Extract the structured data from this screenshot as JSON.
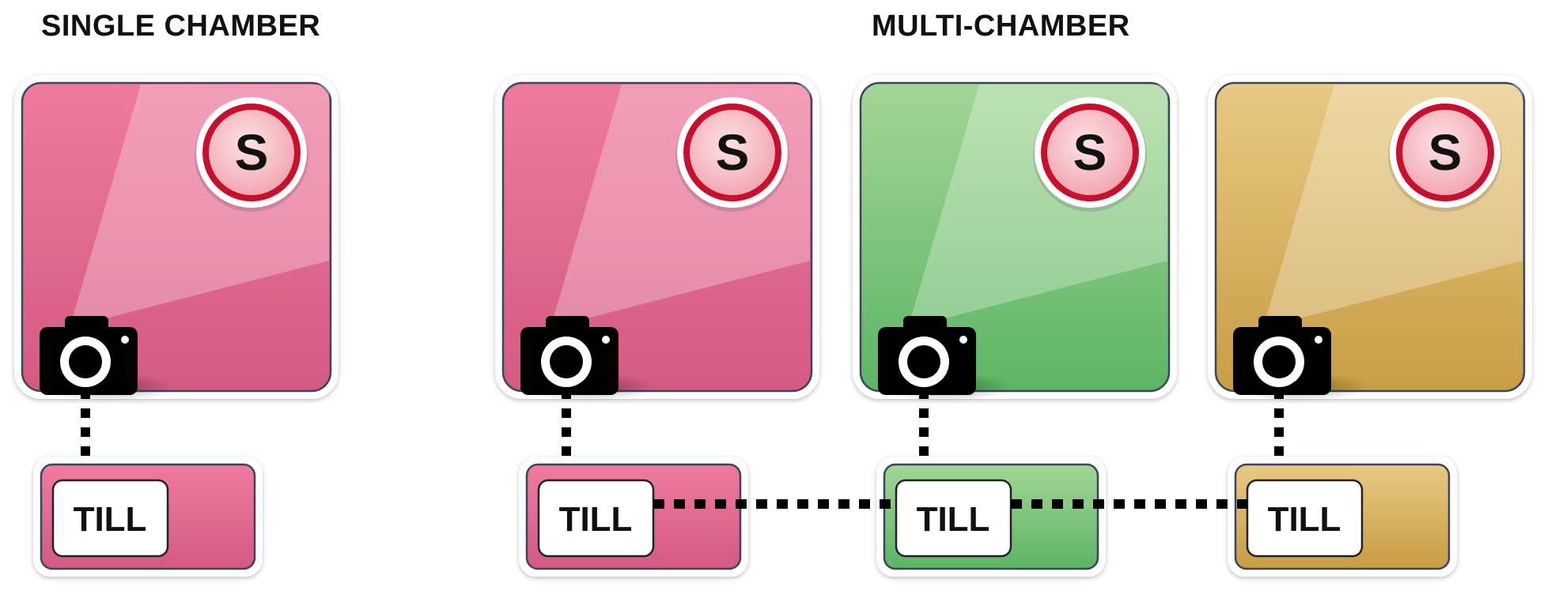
{
  "headings": {
    "single": "SINGLE CHAMBER",
    "multi": "MULTI-CHAMBER"
  },
  "chambers": [
    {
      "group": "single",
      "color": "pink",
      "badge": "S",
      "till": "TILL",
      "icon": "camera-icon"
    },
    {
      "group": "multi",
      "color": "pink",
      "badge": "S",
      "till": "TILL",
      "icon": "camera-icon"
    },
    {
      "group": "multi",
      "color": "green",
      "badge": "S",
      "till": "TILL",
      "icon": "camera-icon"
    },
    {
      "group": "multi",
      "color": "gold",
      "badge": "S",
      "till": "TILL",
      "icon": "camera-icon"
    }
  ],
  "palette": {
    "pink": {
      "top": "#f07a9f",
      "bottom": "#d9557f",
      "till": "#ea6f97"
    },
    "green": {
      "top": "#a7d99b",
      "bottom": "#5fb766",
      "till": "#8ccf85"
    },
    "gold": {
      "top": "#e9ca82",
      "bottom": "#caa046",
      "till": "#dfbb6e"
    },
    "badge_ring": "#c8102e",
    "badge_fill": "#f7c2c8",
    "outline": "#3a4560"
  }
}
